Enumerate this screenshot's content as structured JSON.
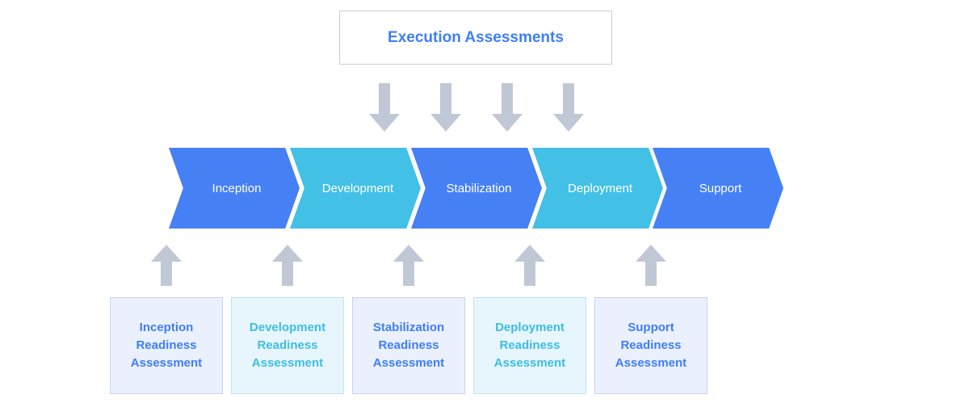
{
  "execution": {
    "title": "Execution Assessments"
  },
  "phases": [
    {
      "label": "Inception"
    },
    {
      "label": "Development"
    },
    {
      "label": "Stabilization"
    },
    {
      "label": "Deployment"
    },
    {
      "label": "Support"
    }
  ],
  "assessments": [
    {
      "label": "Inception\nReadiness\nAssessment"
    },
    {
      "label": "Development\nReadiness\nAssessment"
    },
    {
      "label": "Stabilization\nReadiness\nAssessment"
    },
    {
      "label": "Deployment\nReadiness\nAssessment"
    },
    {
      "label": "Support\nReadiness\nAssessment"
    }
  ],
  "colors": {
    "primary_blue": "#4680f5",
    "primary_cyan": "#43c0e6",
    "arrow_gray": "#c0c7d5"
  }
}
